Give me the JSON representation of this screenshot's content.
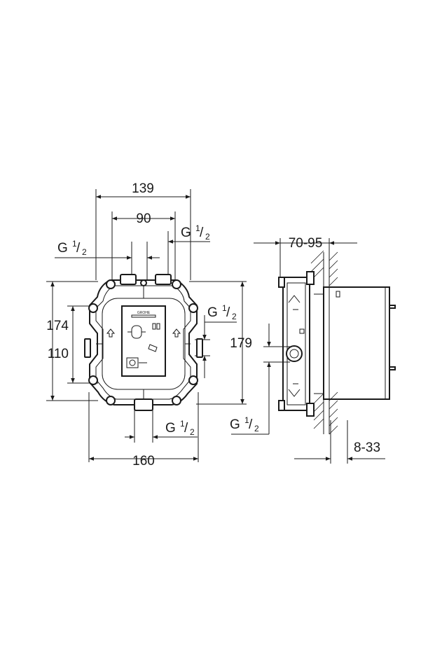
{
  "front_view": {
    "dim_width_outer": "139",
    "dim_width_inner": "90",
    "dim_height_total": "174",
    "dim_height_inner": "110",
    "dim_height_side": "179",
    "dim_width_bottom": "160",
    "thread_top_left": {
      "g": "G",
      "num": "1",
      "den": "2"
    },
    "thread_top_right": {
      "g": "G",
      "num": "1",
      "den": "2"
    },
    "thread_right": {
      "g": "G",
      "num": "1",
      "den": "2"
    },
    "thread_bottom": {
      "g": "G",
      "num": "1",
      "den": "2"
    },
    "plate_brand": "GROHE"
  },
  "side_view": {
    "dim_depth": "70-95",
    "dim_wall": "8-33",
    "thread_side": {
      "g": "G",
      "num": "1",
      "den": "2"
    }
  }
}
